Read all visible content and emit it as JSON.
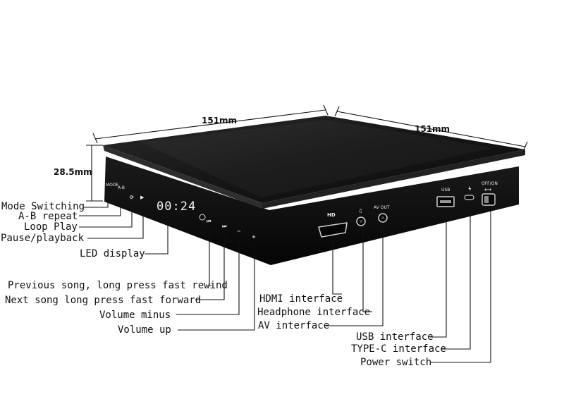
{
  "dimensions": {
    "width": "151mm",
    "depth": "151mm",
    "height": "28.5mm"
  },
  "front_panel": {
    "mode_text": "MODE",
    "ab_text": "A-B",
    "led_readout": "00:24",
    "hd_text": "HD",
    "av_out_text": "AV OUT",
    "usb_text": "USB",
    "power_text": "OFF/ON"
  },
  "callouts": {
    "mode_switching": "Mode Switching",
    "ab_repeat": "A-B repeat",
    "loop_play": "Loop Play",
    "pause_playback": "Pause/playback",
    "led_display": "LED display",
    "previous_song": "Previous song, long press fast rewind",
    "next_song": "Next song long press fast forward",
    "volume_minus": "Volume minus",
    "volume_up": "Volume up",
    "hdmi_interface": "HDMI interface",
    "headphone_interface": "Headphone interface",
    "av_interface": "AV interface",
    "usb_interface": "USB interface",
    "typec_interface": "TYPE-C interface",
    "power_switch": "Power switch"
  },
  "colors": {
    "device_top": "#1a1a1a",
    "device_front": "#0d0d0d",
    "labels": "#111111"
  }
}
